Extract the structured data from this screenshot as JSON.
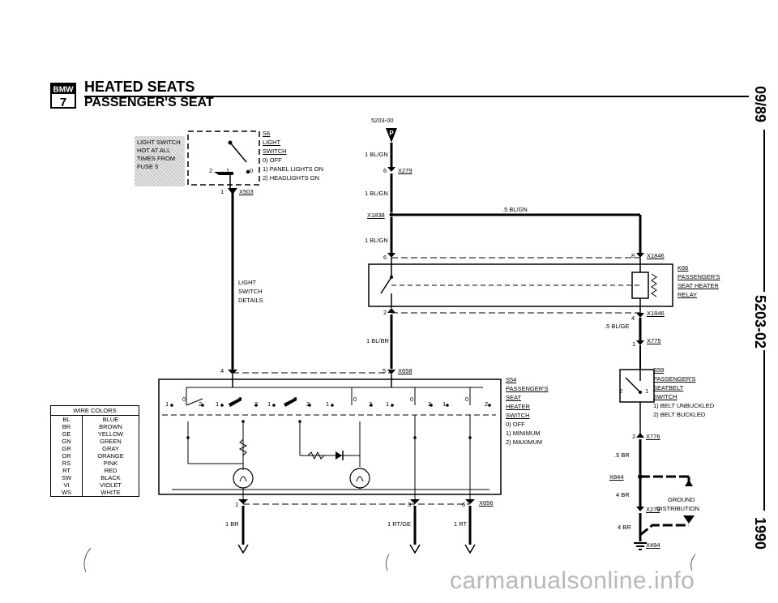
{
  "header": {
    "title": "HEATED SEATS",
    "subtitle": "PASSENGER'S SEAT",
    "logo_text": "BMW",
    "series": "7"
  },
  "side": {
    "date": "09/89",
    "code": "5203-02",
    "year": "1990"
  },
  "top_code": "5203-00",
  "fuse_note": [
    "LIGHT SWITCH",
    "HOT AT ALL",
    "TIMES FROM",
    "FUSE 5"
  ],
  "s6": {
    "id": "S6",
    "name1": "LIGHT",
    "name2": "SWITCH",
    "pos0": "0) OFF",
    "pos1": "1) PANEL LIGHTS ON",
    "pos2": "2) HEADLIGHTS ON"
  },
  "light_switch_details": [
    "LIGHT",
    "SWITCH",
    "DETAILS"
  ],
  "wires": {
    "w1": "1 BL/GN",
    "w2": "1 BL/GN",
    "w3": "1 BL/GN",
    "w4": ".5 BL/GN",
    "w5": "1 BL/BR",
    "w6": ".5 BL/GE",
    "w7": ".5 BR",
    "w8": "4 BR",
    "w9": "4 BR",
    "w10": "1 BR",
    "w11": "1 RT/GE",
    "w12": "1 RT"
  },
  "connectors": {
    "x279a": "X279",
    "x1838": "X1838",
    "x503": "X503",
    "x1846a": "X1846",
    "x1846b": "X1846",
    "x775": "X775",
    "x658": "X658",
    "x776": "X776",
    "x844": "X844",
    "x279b": "X279",
    "x494": "X494",
    "x656": "X656"
  },
  "pins": {
    "p6a": "6",
    "p6b": "6",
    "p8": "8",
    "p2": "2",
    "p4a": "4",
    "p1a": "1",
    "p5": "5",
    "p4b": "4",
    "p1b": "1",
    "p3": "3",
    "p6c": "6",
    "p2b": "2",
    "p1c": "1",
    "s6p1": "1",
    "s6p2": "2",
    "s6p0": "0"
  },
  "fuse_symbol": "P",
  "k66": {
    "id": "K66",
    "l1": "PASSENGER'S",
    "l2": "SEAT HEATER",
    "l3": "RELAY"
  },
  "s54": {
    "id": "S54",
    "l1": "PASSENGER'S",
    "l2": "SEAT",
    "l3": "HEATER",
    "l4": "SWITCH",
    "p0": "0) OFF",
    "p1": "1) MINIMUM",
    "p2": "2) MAXIMUM"
  },
  "s59": {
    "id": "S59",
    "l1": "PASSENGER'S",
    "l2": "SEATBELT",
    "l3": "SWITCH",
    "p1": "1) BELT UNBUCKLED",
    "p2": "2) BELT BUCKLED",
    "n1": "1",
    "n2": "2"
  },
  "ground": [
    "GROUND",
    "DISTRIBUTION"
  ],
  "switch_positions": [
    "0",
    "1",
    "2"
  ],
  "wire_colors": {
    "header": "WIRE COLORS",
    "rows": [
      [
        "BL",
        "BLUE"
      ],
      [
        "BR",
        "BROWN"
      ],
      [
        "GE",
        "YELLOW"
      ],
      [
        "GN",
        "GREEN"
      ],
      [
        "GR",
        "GRAY"
      ],
      [
        "OR",
        "ORANGE"
      ],
      [
        "RS",
        "PINK"
      ],
      [
        "RT",
        "RED"
      ],
      [
        "SW",
        "BLACK"
      ],
      [
        "VI",
        "VIOLET"
      ],
      [
        "WS",
        "WHITE"
      ]
    ]
  },
  "watermark": "carmanualsonline.info",
  "colors": {
    "ink": "#000000",
    "watermark": "#b8b8b8"
  }
}
